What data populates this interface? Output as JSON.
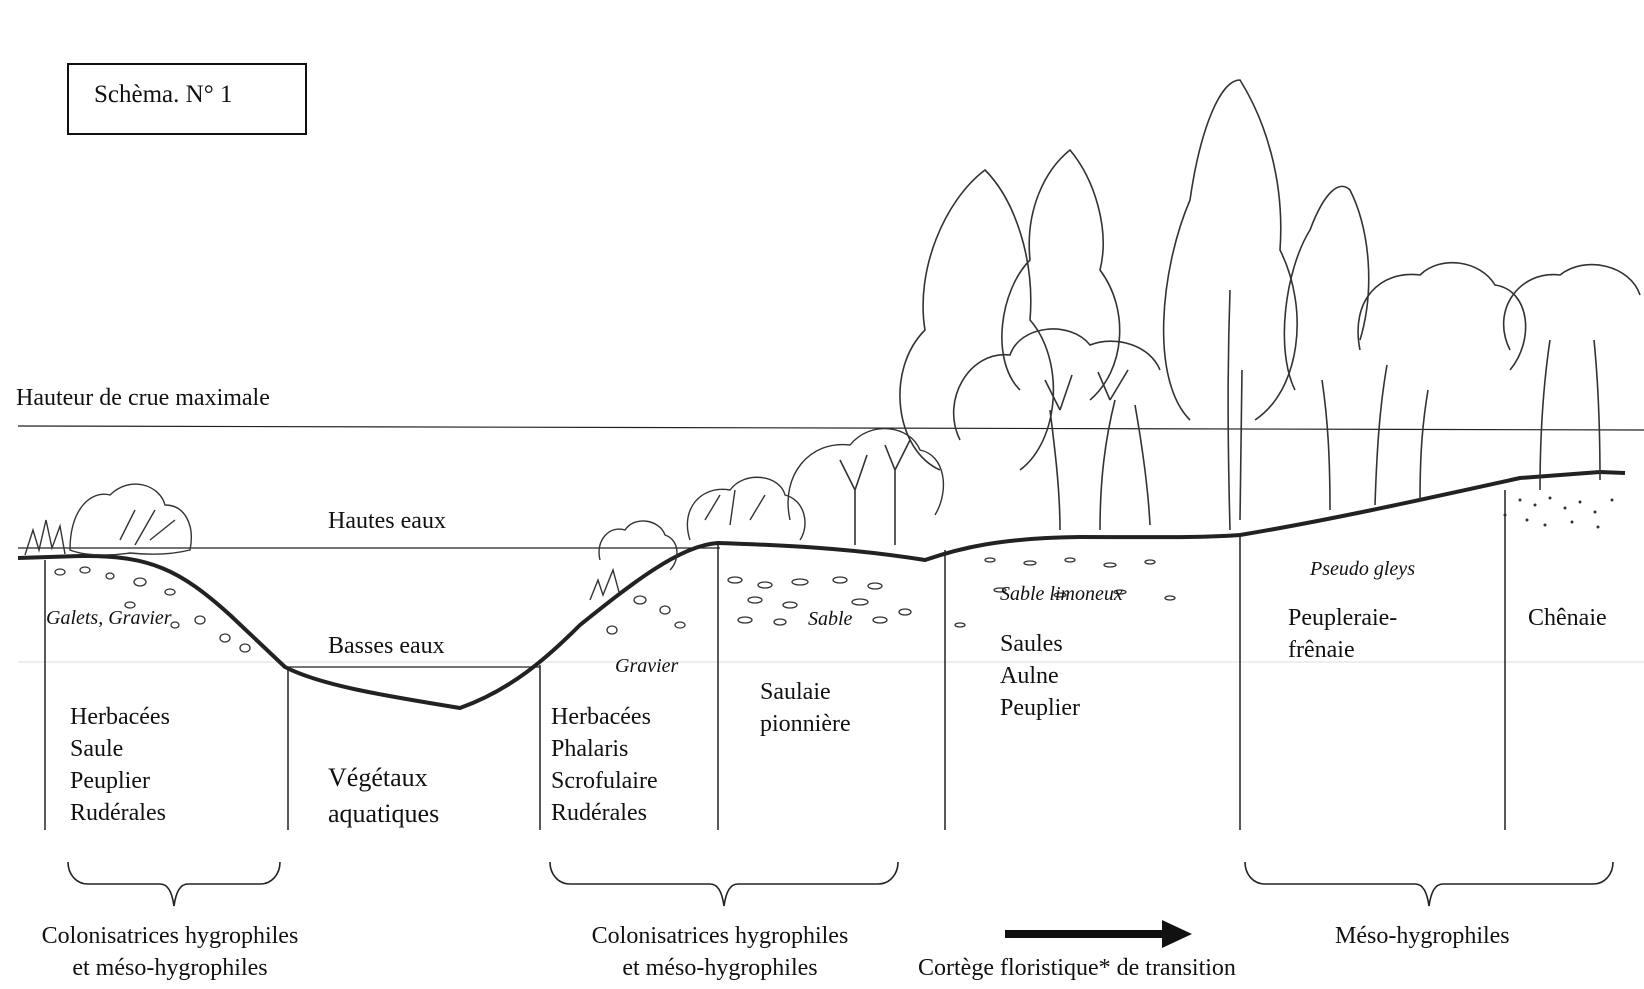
{
  "title": "Schèma. N° 1",
  "levels": {
    "max_flood": "Hauteur de crue maximale",
    "high_water": "Hautes eaux",
    "low_water": "Basses eaux"
  },
  "substrates": {
    "pebbles": "Galets, Gravier",
    "gravel": "Gravier",
    "sand": "Sable",
    "silty_sand": "Sable limoneux",
    "pseudo_gleys": "Pseudo gleys"
  },
  "zones": {
    "left_bank": [
      "Herbacées",
      "Saule",
      "Peuplier",
      "Rudérales"
    ],
    "aquatic": [
      "Végétaux",
      "aquatiques"
    ],
    "right_bank": [
      "Herbacées",
      "Phalaris",
      "Scrofulaire",
      "Rudérales"
    ],
    "willow": [
      "Saulaie",
      "pionnière"
    ],
    "saules": [
      "Saules",
      "Aulne",
      "Peuplier"
    ],
    "poplar_ash": [
      "Peupleraie-",
      "frênaie"
    ],
    "oak": [
      "Chênaie"
    ]
  },
  "groups": {
    "left": [
      "Colonisatrices hygrophiles",
      "et  méso-hygrophiles"
    ],
    "middle": [
      "Colonisatrices hygrophiles",
      "et  méso-hygrophiles"
    ],
    "transition": "Cortège floristique* de transition",
    "right": "Méso-hygrophiles"
  }
}
